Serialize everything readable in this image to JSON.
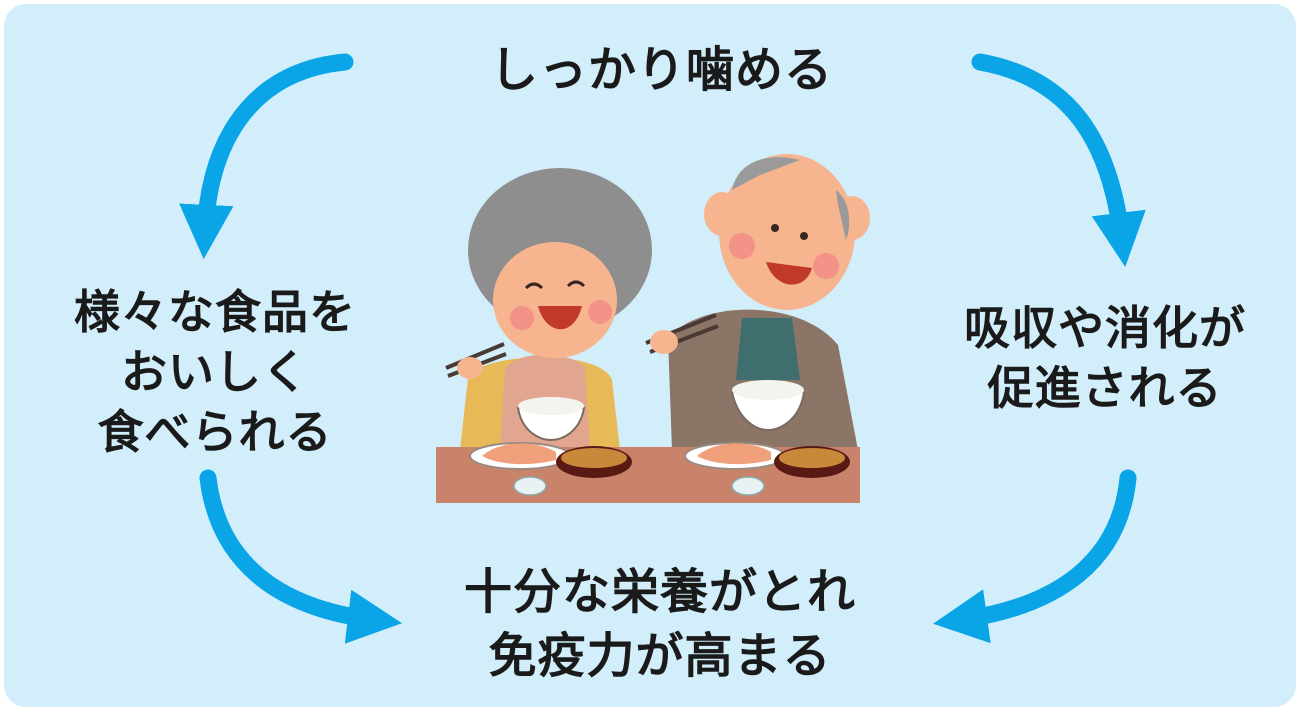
{
  "cycle": {
    "top": {
      "lines": [
        "しっかり噛める"
      ]
    },
    "left": {
      "lines": [
        "様々な食品を",
        "おいしく",
        "食べられる"
      ]
    },
    "right": {
      "lines": [
        "吸収や消化が",
        "促進される"
      ]
    },
    "bottom": {
      "lines": [
        "十分な栄養がとれ",
        "免疫力が高まる"
      ]
    }
  },
  "colors": {
    "background": "#d2eefa",
    "arrow": "#0aa5e6",
    "text": "#1a1a1a",
    "table": "#c9836b"
  },
  "illustration": {
    "subject": "elderly couple eating a Japanese meal",
    "items": [
      "rice-bowl",
      "grilled-salmon",
      "miso-soup",
      "side-dish",
      "chopsticks"
    ]
  }
}
